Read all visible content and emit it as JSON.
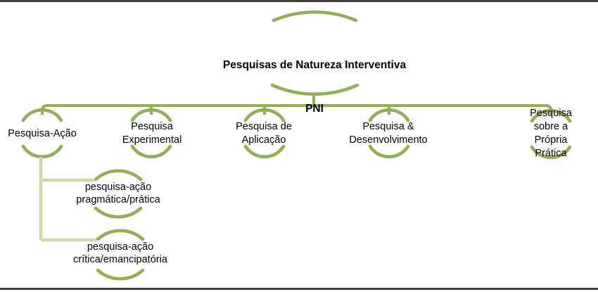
{
  "colors": {
    "connector_strong": "#93ae55",
    "connector_pale": "#cdd9ab",
    "rule": "#3e3e3e",
    "text": "#000000",
    "background": "#ffffff"
  },
  "root": {
    "title": "Pesquisas de Natureza Interventiva",
    "abbreviation": "PNI"
  },
  "branches": [
    {
      "label": "Pesquisa-Ação",
      "children": [
        {
          "label": "pesquisa-ação\npragmática/prática"
        },
        {
          "label": "pesquisa-ação\ncrítica/emancipatória"
        }
      ]
    },
    {
      "label": "Pesquisa\nExperimental",
      "children": []
    },
    {
      "label": "Pesquisa de\nAplicação",
      "children": []
    },
    {
      "label": "Pesquisa &\nDesenvolvimento",
      "children": []
    },
    {
      "label": "Pesquisa sobre a\nPrópria Prática",
      "children": []
    }
  ]
}
